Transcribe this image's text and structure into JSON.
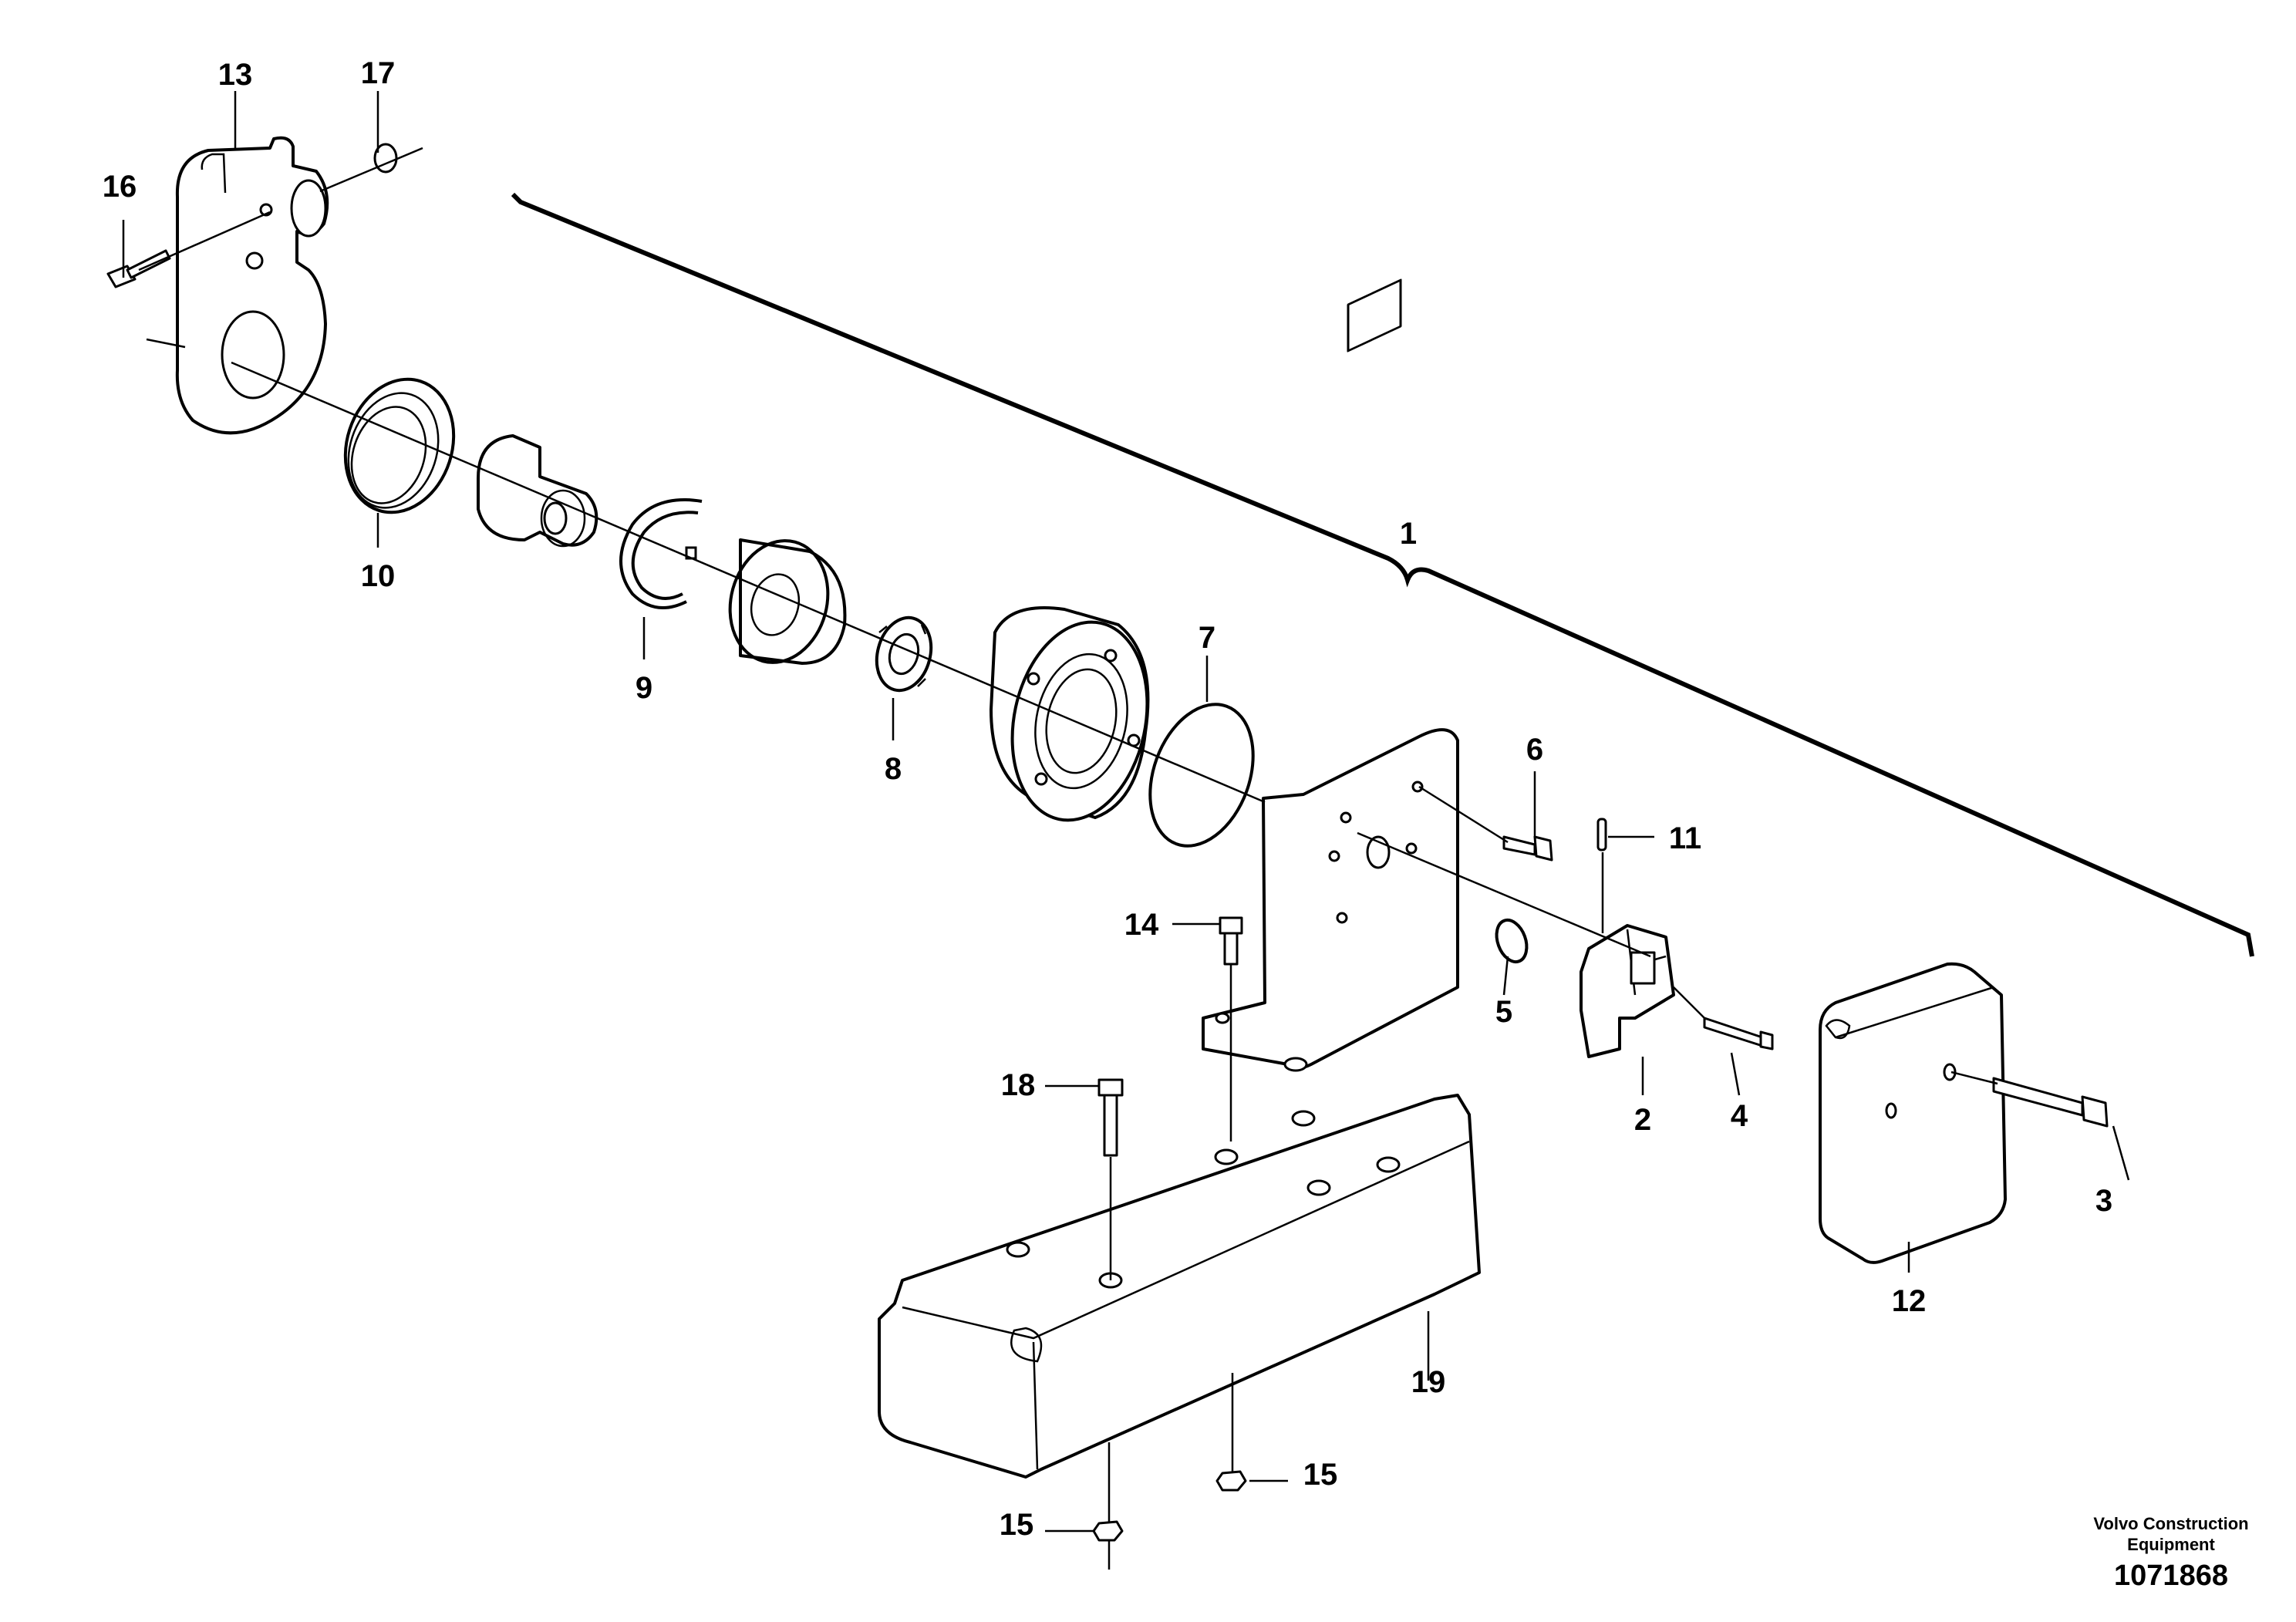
{
  "callouts": {
    "c1": "1",
    "c2": "2",
    "c3": "3",
    "c4": "4",
    "c5": "5",
    "c6": "6",
    "c7": "7",
    "c8": "8",
    "c9": "9",
    "c10": "10",
    "c11": "11",
    "c12": "12",
    "c13": "13",
    "c14": "14",
    "c15a": "15",
    "c15b": "15",
    "c16": "16",
    "c17": "17",
    "c18": "18",
    "c19": "19"
  },
  "footer": {
    "brand_line1": "Volvo Construction",
    "brand_line2": "Equipment",
    "doc_number": "1071868"
  }
}
